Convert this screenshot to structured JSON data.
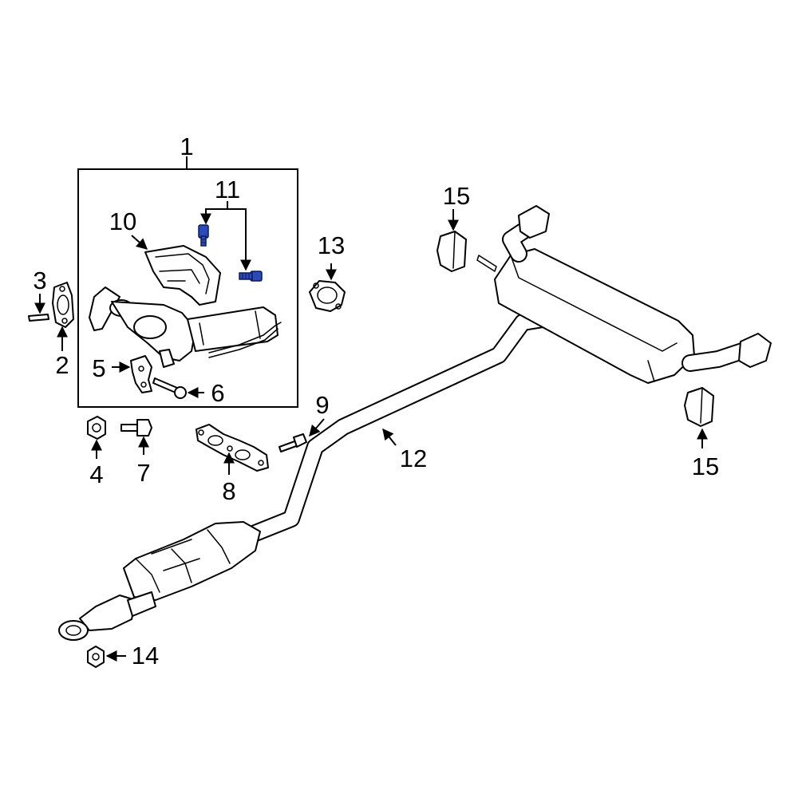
{
  "diagram": {
    "callouts": {
      "c1": "1",
      "c2": "2",
      "c3": "3",
      "c4": "4",
      "c5": "5",
      "c6": "6",
      "c7": "7",
      "c8": "8",
      "c9": "9",
      "c10": "10",
      "c11": "11",
      "c12": "12",
      "c13": "13",
      "c14": "14",
      "c15a": "15",
      "c15b": "15"
    },
    "colors": {
      "line": "#000000",
      "highlight": "#2b4ab8",
      "background": "#ffffff"
    }
  }
}
